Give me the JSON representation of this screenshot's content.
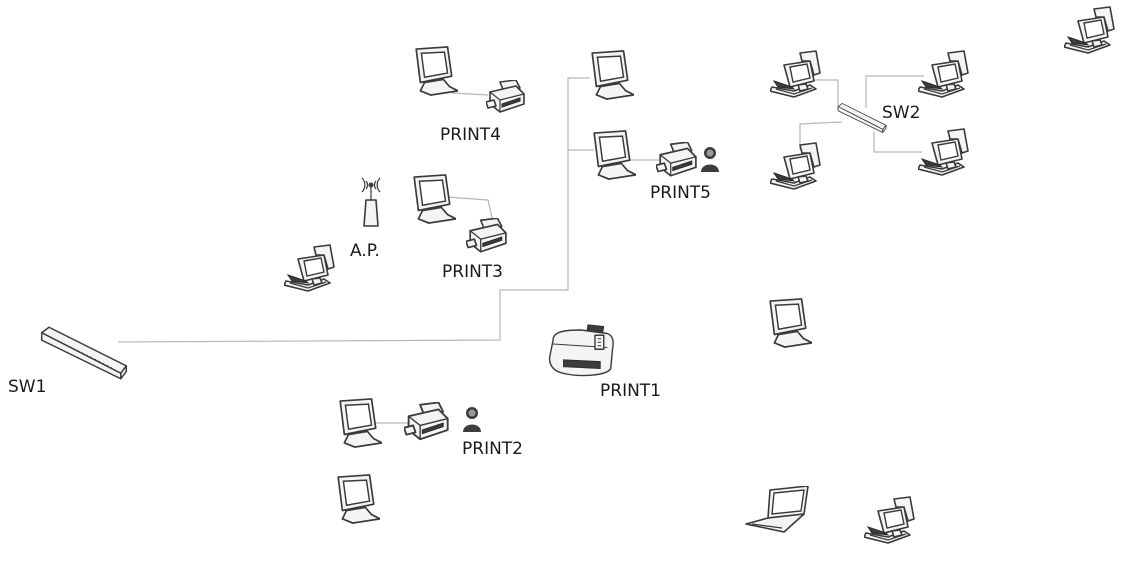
{
  "labels": {
    "sw1": "SW1",
    "sw2": "SW2",
    "ap": "A.P.",
    "print1": "PRINT1",
    "print2": "PRINT2",
    "print3": "PRINT3",
    "print4": "PRINT4",
    "print5": "PRINT5"
  },
  "icons": {
    "monitor": "monitor-icon",
    "desktop": "desktop-computer-icon",
    "printer": "printer-icon",
    "large_printer": "large-printer-icon",
    "switch": "network-switch-icon",
    "access_point": "access-point-icon",
    "user": "user-icon",
    "laptop": "laptop-icon"
  },
  "colors": {
    "background": "#ffffff",
    "line": "#b8b8b8",
    "icon_stroke": "#3a3a3a",
    "text": "#1a1a1a"
  }
}
